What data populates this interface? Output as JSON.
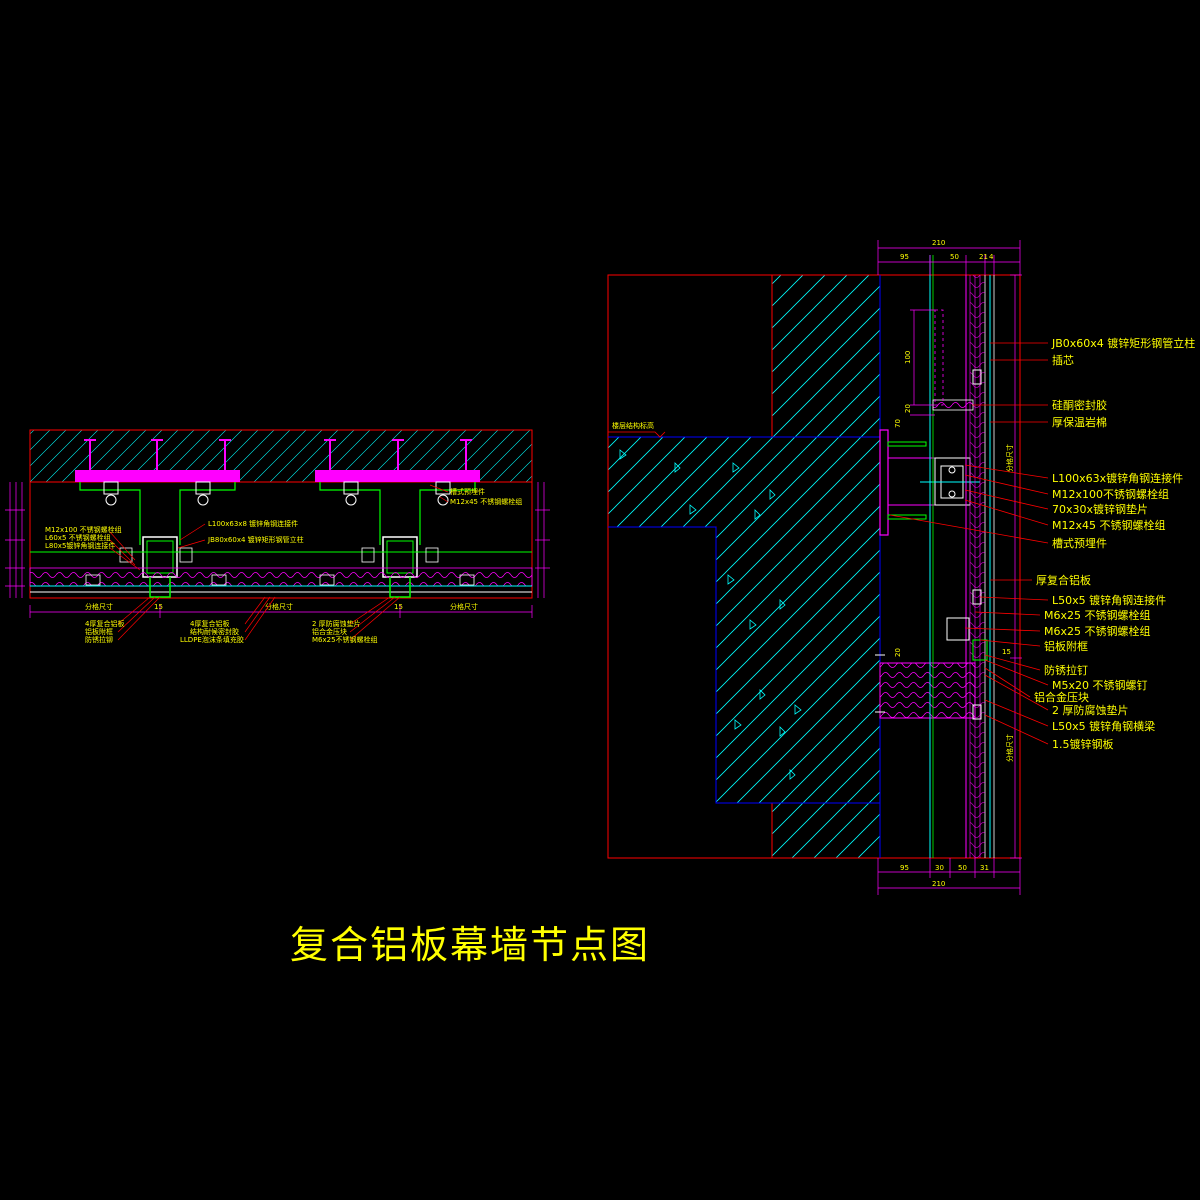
{
  "title": "复合铝板幕墙节点图",
  "colors": {
    "background": "#000000",
    "text": "#ffff00",
    "structure_outline": "#ff0000",
    "hatch": "#00ffff",
    "dimension_lines": "#ff00ff",
    "steel_members": "#ff00ff",
    "concrete_edge": "#0000ff",
    "leader_lines": "#ff0000",
    "green_lines": "#00ff00",
    "insulation_panel": "#ff00ff"
  },
  "plan_view": {
    "labels_left": [
      "M12x100 不锈钢螺栓组",
      "L60x5 不锈钢螺栓组",
      "L80x5镀锌角钢连接件"
    ],
    "labels_mid_top": [
      "L100x63x8 镀锌角钢连接件",
      "JB80x60x4 镀锌矩形钢管立柱"
    ],
    "labels_right_top": [
      "槽式预埋件",
      "M12x45 不锈钢螺栓组"
    ],
    "labels_bottom": [
      [
        "4厚复合铝板",
        "铝板附框",
        "防锈拉铆"
      ],
      [
        "4厚复合铝板",
        "结构耐候密封胶",
        "LLDPE泡沫条填充胶"
      ],
      [
        "2 厚防腐蚀垫片",
        "铝合金压块",
        "M6x25不锈钢螺栓组"
      ]
    ],
    "dims": {
      "total_left": "分格尺寸",
      "center": "分格尺寸",
      "right": "分格尺寸",
      "gap_mid": "15",
      "gap_right": "15"
    }
  },
  "section_view": {
    "dims_top": {
      "total": "210",
      "a": "95",
      "b": "50",
      "c": "21",
      "d": "4"
    },
    "dims_bottom": {
      "total": "210",
      "a": "95",
      "b": "30",
      "c": "50",
      "d": "31"
    },
    "dim_vertical_a": "100",
    "dim_vertical_b": "20",
    "dim_vertical_c": "70",
    "dim_vertical_d": "20",
    "dim_vertical_e": "15",
    "side_dim_upper": "分格尺寸",
    "side_dim_lower": "分格尺寸",
    "floor_label": "楼层结构标高",
    "labels": [
      "JB0x60x4 镀锌矩形钢管立柱",
      "插芯",
      "硅酮密封胶",
      "厚保温岩棉",
      "L100x63x镀锌角钢连接件",
      "M12x100不锈钢螺栓组",
      "70x30x镀锌钢垫片",
      "M12x45 不锈钢螺栓组",
      "槽式预埋件",
      "厚复合铝板",
      "L50x5 镀锌角钢连接件",
      "M6x25 不锈钢螺栓组",
      "M6x25 不锈钢螺栓组",
      "铝板附框",
      "防锈拉钉",
      "M5x20 不锈钢螺钉",
      "铝合金压块",
      "2 厚防腐蚀垫片",
      "L50x5 镀锌角钢横梁",
      "1.5镀锌钢板"
    ]
  }
}
